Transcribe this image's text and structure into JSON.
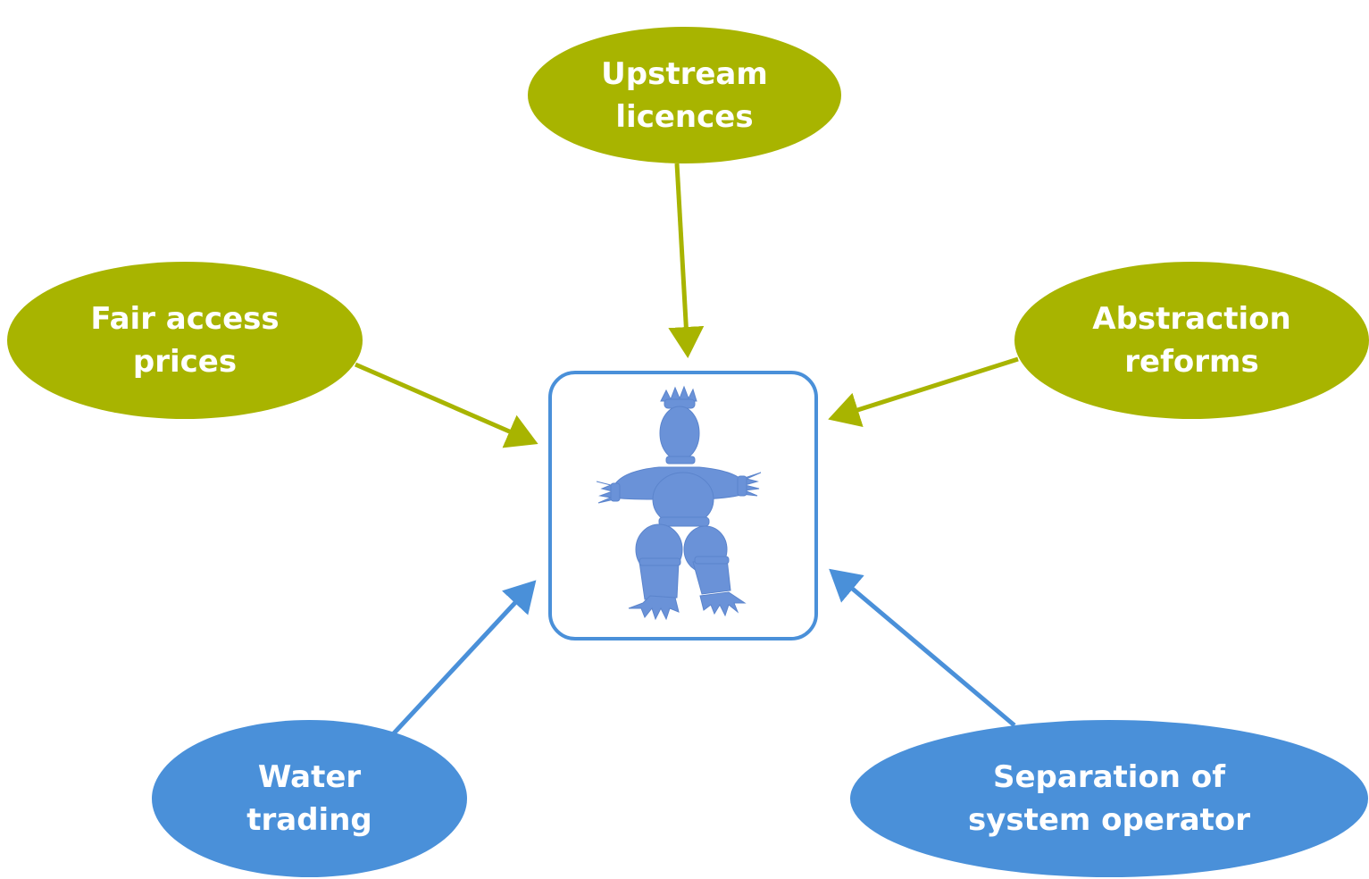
{
  "colors": {
    "olive": "#a8b400",
    "blue": "#4a90d9",
    "figure": "#6a92d8"
  },
  "nodes": {
    "upstream": {
      "line1": "Upstream",
      "line2": "licences"
    },
    "fair": {
      "line1": "Fair access",
      "line2": "prices"
    },
    "abstract": {
      "line1": "Abstraction",
      "line2": "reforms"
    },
    "water": {
      "line1": "Water",
      "line2": "trading"
    },
    "separation": {
      "line1": "Separation of",
      "line2": "system operator"
    }
  },
  "center": {
    "icon": "ragdoll-figure-icon"
  }
}
